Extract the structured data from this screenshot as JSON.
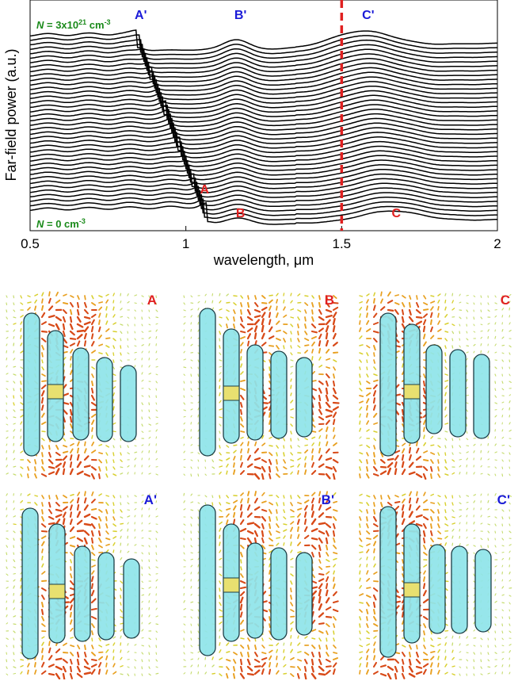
{
  "chart_data": {
    "type": "line",
    "xlabel": "wavelength, μm",
    "ylabel": "Far-field power (a.u.)",
    "x_ticks": [
      "0.5",
      "1",
      "1.5",
      "2"
    ],
    "xlim": [
      0.5,
      2.0
    ],
    "num_curves": 40,
    "stack_order": "N increases from bottom curve (N = 0) to top curve (N = 3x10^21 cm^-3)",
    "density_top": {
      "prefix": "N",
      "text": " = 3x10",
      "sup": "21",
      "unit": " cm",
      "unit_sup": "-3"
    },
    "density_bottom": {
      "prefix": "N",
      "text": " = 0 cm",
      "sup": "-3"
    },
    "dashed_line_x": 1.5,
    "dashed_line_color": "#e02020",
    "peak_labels_bottom": [
      {
        "label": "A",
        "x": 1.06,
        "color": "#e02020"
      },
      {
        "label": "B",
        "x": 1.15,
        "color": "#e02020"
      },
      {
        "label": "C",
        "x": 1.65,
        "color": "#e02020"
      }
    ],
    "peak_labels_top": [
      {
        "label": "A'",
        "x": 0.84,
        "color": "#1a1ad8"
      },
      {
        "label": "B'",
        "x": 1.16,
        "color": "#1a1ad8"
      },
      {
        "label": "C'",
        "x": 1.57,
        "color": "#1a1ad8"
      }
    ]
  },
  "panels": [
    {
      "label": "A",
      "color": "#e02020"
    },
    {
      "label": "B",
      "color": "#e02020"
    },
    {
      "label": "C",
      "color": "#e02020"
    },
    {
      "label": "A'",
      "color": "#1a1ad8"
    },
    {
      "label": "B'",
      "color": "#1a1ad8"
    },
    {
      "label": "C'",
      "color": "#1a1ad8"
    }
  ]
}
